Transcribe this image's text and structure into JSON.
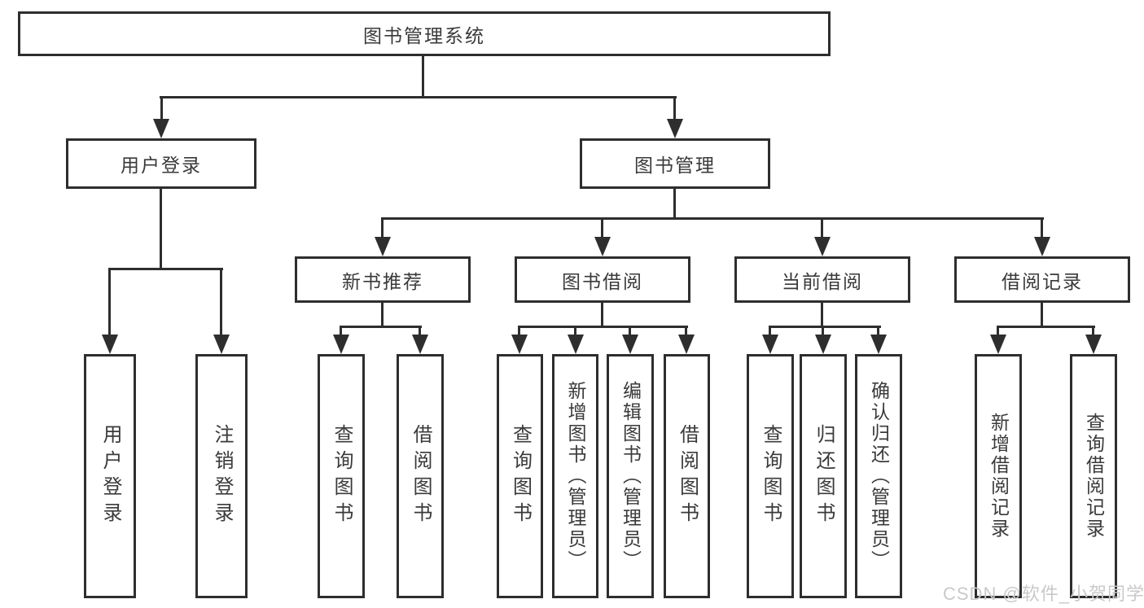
{
  "diagram": {
    "root": {
      "label": "图书管理系统"
    },
    "branches": [
      {
        "label": "用户登录",
        "children": [
          {
            "label": "用户登录"
          },
          {
            "label": "注销登录"
          }
        ]
      },
      {
        "label": "图书管理",
        "children": [
          {
            "label": "新书推荐",
            "children": [
              {
                "label": "查询图书"
              },
              {
                "label": "借阅图书"
              }
            ]
          },
          {
            "label": "图书借阅",
            "children": [
              {
                "label": "查询图书"
              },
              {
                "label": "新增图书（管理员）"
              },
              {
                "label": "编辑图书（管理员）"
              },
              {
                "label": "借阅图书"
              }
            ]
          },
          {
            "label": "当前借阅",
            "children": [
              {
                "label": "查询图书"
              },
              {
                "label": "归还图书"
              },
              {
                "label": "确认归还（管理员）"
              }
            ]
          },
          {
            "label": "借阅记录",
            "children": [
              {
                "label": "新增借阅记录"
              },
              {
                "label": "查询借阅记录"
              }
            ]
          }
        ]
      }
    ]
  },
  "watermark": "CSDN @软件_小贺同学",
  "colors": {
    "line": "#2e2e2e",
    "box_border": "#2e2e2e",
    "text": "#3a3a3a",
    "watermark": "#c9c9c9",
    "background": "#ffffff"
  }
}
